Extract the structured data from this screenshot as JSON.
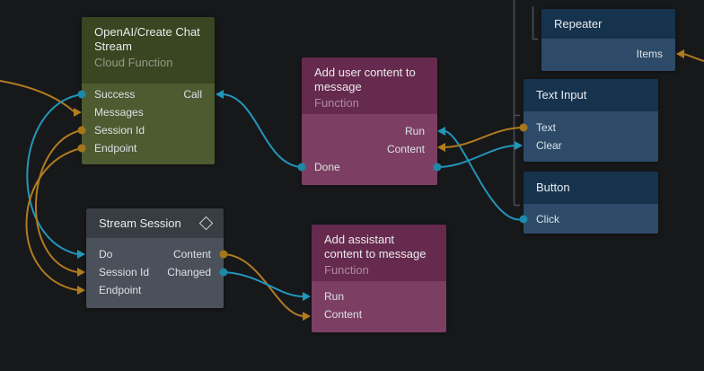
{
  "canvas": {
    "background_color": "#17181a",
    "wire_colors": {
      "signal_teal": "#2196bb",
      "data_orange": "#b07c1f"
    },
    "hierarchy_line_color": "#4a4f55"
  },
  "nodes": {
    "openai": {
      "title": "OpenAI/Create Chat Stream",
      "subtitle": "Cloud Function",
      "rows": [
        {
          "left": "Success",
          "right": "Call"
        },
        {
          "left": "Messages"
        },
        {
          "left": "Session Id"
        },
        {
          "left": "Endpoint"
        }
      ]
    },
    "add_user": {
      "title": "Add user content to message",
      "subtitle": "Function",
      "rows": [
        {
          "right": "Run"
        },
        {
          "right": "Content"
        },
        {
          "left": "Done"
        }
      ]
    },
    "stream_session": {
      "title": "Stream Session",
      "icon": "diamond-icon",
      "rows": [
        {
          "left": "Do",
          "right": "Content"
        },
        {
          "left": "Session Id",
          "right": "Changed"
        },
        {
          "left": "Endpoint"
        }
      ]
    },
    "add_assistant": {
      "title": "Add assistant content to message",
      "subtitle": "Function",
      "rows": [
        {
          "left": "Run"
        },
        {
          "left": "Content"
        }
      ]
    },
    "repeater": {
      "title": "Repeater",
      "rows": [
        {
          "right": "Items"
        }
      ]
    },
    "text_input": {
      "title": "Text Input",
      "rows": [
        {
          "left": "Text"
        },
        {
          "left": "Clear"
        }
      ]
    },
    "button": {
      "title": "Button",
      "rows": [
        {
          "left": "Click"
        }
      ]
    }
  },
  "connections": [
    {
      "from": "offscreen-left",
      "to": "openai.Messages",
      "color": "#b07c1f"
    },
    {
      "from": "openai.Success",
      "to": "stream_session.Do",
      "color": "#2196bb"
    },
    {
      "from": "openai.Session Id",
      "to": "stream_session.Session Id",
      "color": "#b07c1f"
    },
    {
      "from": "openai.Endpoint",
      "to": "stream_session.Endpoint",
      "color": "#b07c1f"
    },
    {
      "from": "add_user.Done",
      "to": "openai.Call",
      "color": "#2196bb"
    },
    {
      "from": "button.Click",
      "to": "add_user.Run",
      "color": "#2196bb"
    },
    {
      "from": "text_input.Text",
      "to": "add_user.Content",
      "color": "#b07c1f"
    },
    {
      "from": "add_user.Done",
      "to": "text_input.Clear",
      "color": "#2196bb"
    },
    {
      "from": "stream_session.Content",
      "to": "add_assistant.Content",
      "color": "#b07c1f"
    },
    {
      "from": "stream_session.Changed",
      "to": "add_assistant.Run",
      "color": "#2196bb"
    },
    {
      "from": "offscreen-right",
      "to": "repeater.Items",
      "color": "#b07c1f"
    }
  ]
}
